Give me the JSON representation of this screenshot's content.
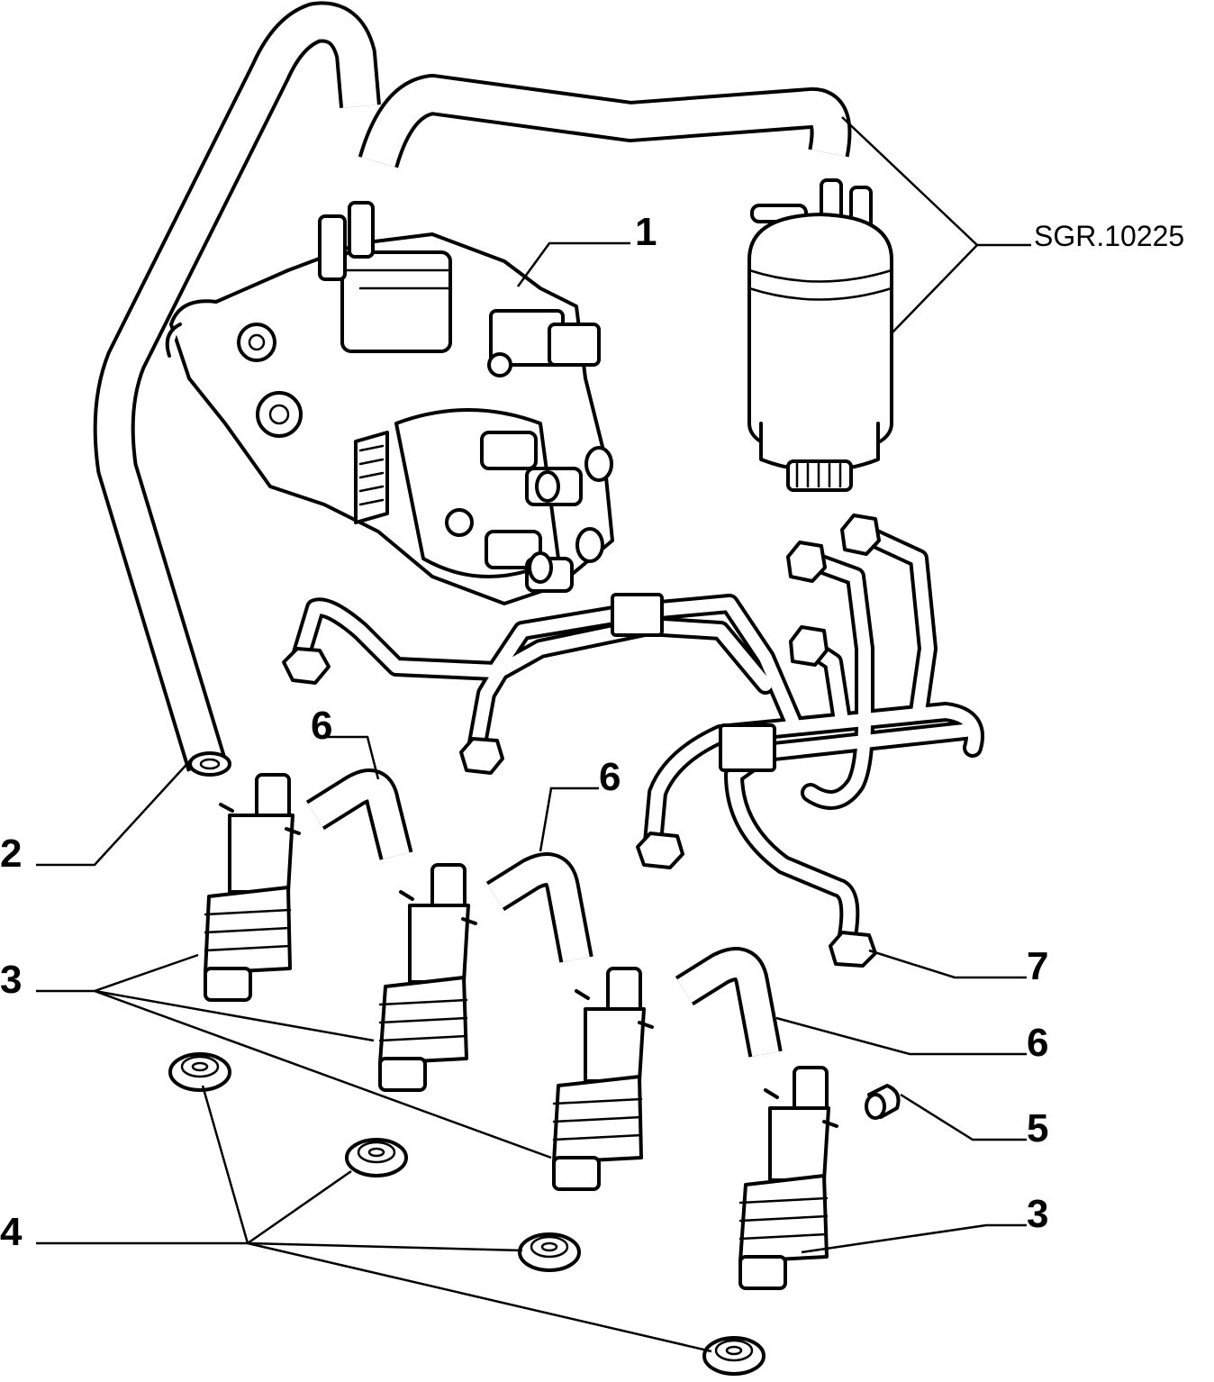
{
  "reference_code": "SGR.10225",
  "callouts": {
    "c1": "1",
    "c2": "2",
    "c3a": "3",
    "c3b": "3",
    "c4": "4",
    "c5": "5",
    "c6a": "6",
    "c6b": "6",
    "c6c": "6",
    "c7": "7"
  }
}
